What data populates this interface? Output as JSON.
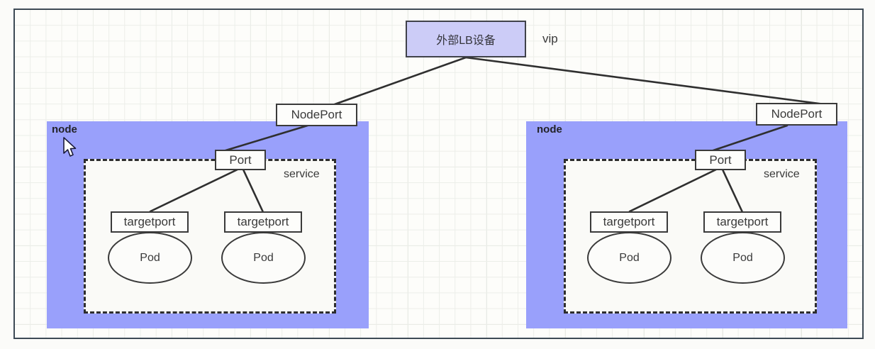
{
  "diagram": {
    "title_box": {
      "label": "外部LB设备"
    },
    "vip_label": "vip",
    "nodes": [
      {
        "label": "node",
        "nodeport_label": "NodePort",
        "service": {
          "label": "service",
          "port_label": "Port",
          "pods": [
            {
              "targetport_label": "targetport",
              "pod_label": "Pod"
            },
            {
              "targetport_label": "targetport",
              "pod_label": "Pod"
            }
          ]
        }
      },
      {
        "label": "node",
        "nodeport_label": "NodePort",
        "service": {
          "label": "service",
          "port_label": "Port",
          "pods": [
            {
              "targetport_label": "targetport",
              "pod_label": "Pod"
            },
            {
              "targetport_label": "targetport",
              "pod_label": "Pod"
            }
          ]
        }
      }
    ],
    "colors": {
      "lb_fill": "#ccccf7",
      "node_fill": "#99a0fb",
      "box_fill": "#fdfdfb",
      "stroke": "#3a3a3a",
      "canvas_border": "#3d4a55",
      "grid_minor": "#eceee9",
      "grid_major": "#e2e5df"
    }
  }
}
